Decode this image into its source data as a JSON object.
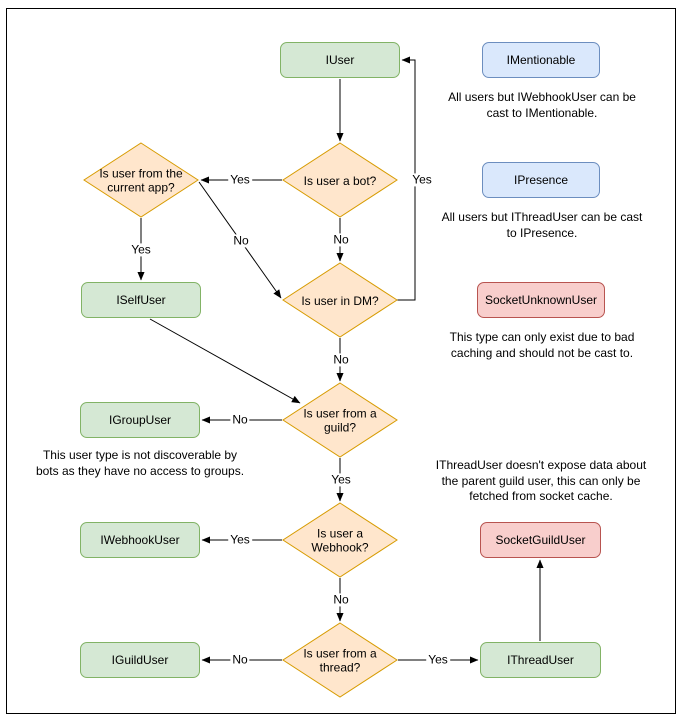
{
  "diagram": {
    "nodes": {
      "iuser": "IUser",
      "imentionable": "IMentionable",
      "ipresence": "IPresence",
      "socket_unknown_user": "SocketUnknownUser",
      "iselfuser": "ISelfUser",
      "igroupuser": "IGroupUser",
      "iwebhookuser": "IWebhookUser",
      "iguilduser": "IGuildUser",
      "socket_guild_user": "SocketGuildUser",
      "ithreaduser": "IThreadUser"
    },
    "decisions": {
      "is_bot": "Is user a bot?",
      "is_current_app": "Is user from the current app?",
      "is_dm": "Is user in DM?",
      "is_guild": "Is user from a guild?",
      "is_webhook": "Is user a Webhook?",
      "is_thread": "Is user from a thread?"
    },
    "notes": {
      "imentionable": "All users but IWebhookUser can be cast to IMentionable.",
      "ipresence": "All users but IThreadUser can be cast to IPresence.",
      "socket_unknown_user": "This type can only exist due to bad caching and should not be cast to.",
      "igroupuser": "This user type is not discoverable by bots as they have no access to groups.",
      "ithreaduser": "IThreadUser doesn't expose data about the parent guild user, this can only be fetched from socket cache."
    },
    "edges": [
      {
        "from": "IUser",
        "to": "Is user a bot?",
        "label": ""
      },
      {
        "from": "Is user a bot?",
        "to": "Is user from the current app?",
        "label": "Yes"
      },
      {
        "from": "Is user a bot?",
        "to": "Is user in DM?",
        "label": "No"
      },
      {
        "from": "Is user from the current app?",
        "to": "ISelfUser",
        "label": "Yes"
      },
      {
        "from": "Is user from the current app?",
        "to": "Is user in DM?",
        "label": "No"
      },
      {
        "from": "Is user in DM?",
        "to": "IUser",
        "label": "Yes"
      },
      {
        "from": "Is user in DM?",
        "to": "Is user from a guild?",
        "label": "No"
      },
      {
        "from": "ISelfUser",
        "to": "Is user from a guild?",
        "label": ""
      },
      {
        "from": "Is user from a guild?",
        "to": "IGroupUser",
        "label": "No"
      },
      {
        "from": "Is user from a guild?",
        "to": "Is user a Webhook?",
        "label": "Yes"
      },
      {
        "from": "Is user a Webhook?",
        "to": "IWebhookUser",
        "label": "Yes"
      },
      {
        "from": "Is user a Webhook?",
        "to": "Is user from a thread?",
        "label": "No"
      },
      {
        "from": "Is user from a thread?",
        "to": "IGuildUser",
        "label": "No"
      },
      {
        "from": "Is user from a thread?",
        "to": "IThreadUser",
        "label": "Yes"
      },
      {
        "from": "IThreadUser",
        "to": "SocketGuildUser",
        "label": ""
      }
    ],
    "colors": {
      "interface_fill": "#d5e8d4",
      "interface_stroke": "#82b366",
      "castable_fill": "#dae8fc",
      "castable_stroke": "#6c8ebf",
      "socket_fill": "#f8cecc",
      "socket_stroke": "#b85450",
      "decision_fill": "#ffe6cc",
      "decision_stroke": "#d79b00",
      "connector": "#000000"
    }
  }
}
